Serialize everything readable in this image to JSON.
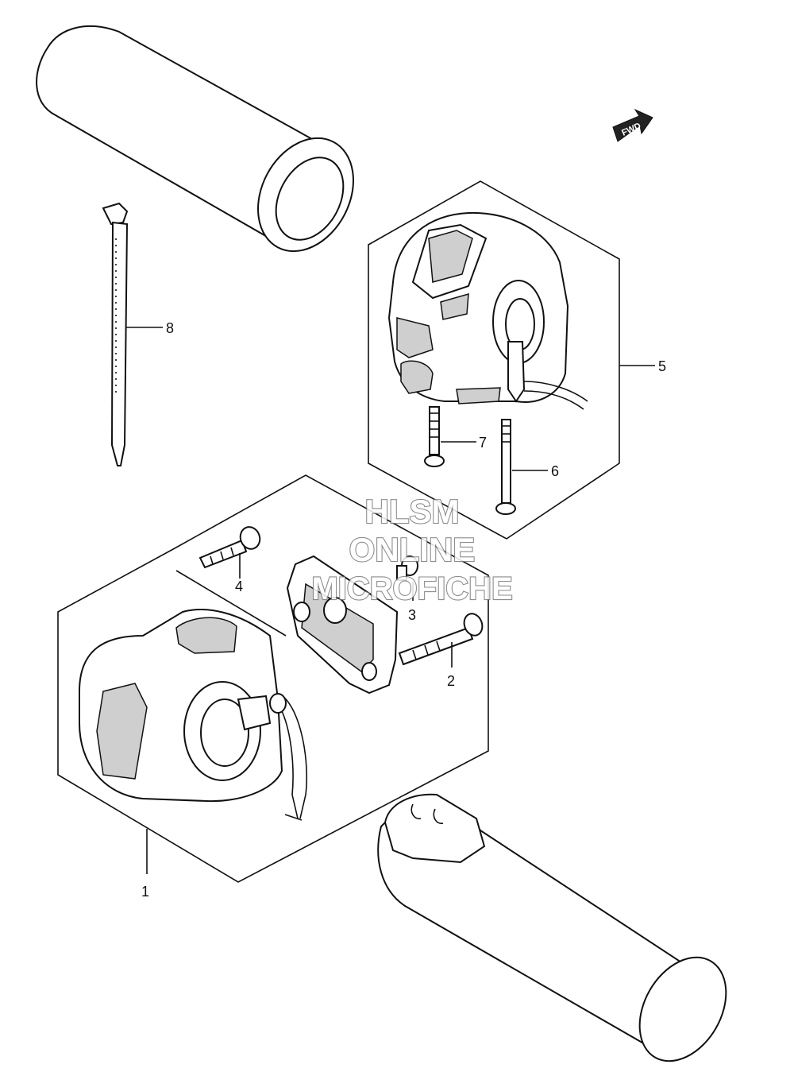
{
  "fwd_label": "FWD",
  "callouts": {
    "c1": "1",
    "c2": "2",
    "c3": "3",
    "c4": "4",
    "c5": "5",
    "c6": "6",
    "c7": "7",
    "c8": "8"
  },
  "watermark": {
    "line1": "HLSM",
    "line2": "ONLINE",
    "line3": "MICROFICHE"
  }
}
